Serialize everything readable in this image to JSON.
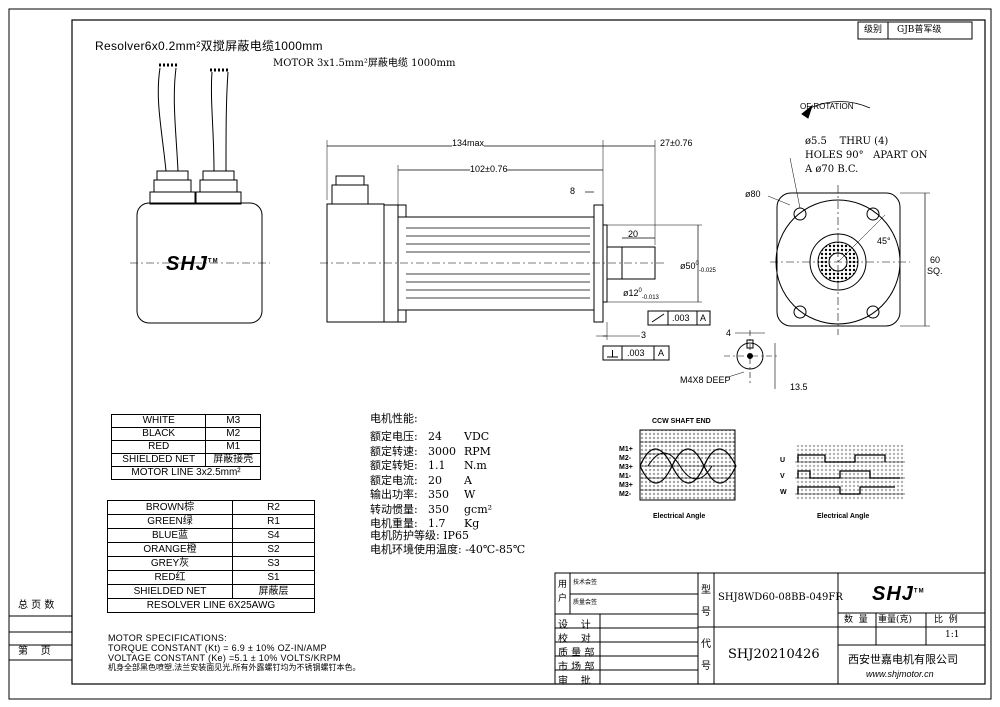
{
  "cables": {
    "resolver": "Resolver6x0.2mm²双搅屏蔽电缆1000mm",
    "motor": "MOTOR 3x1.5mm²屏蔽电缆 1000mm"
  },
  "logo": {
    "text": "SHJ",
    "tm": "TM"
  },
  "dims": {
    "total_len": "134max",
    "shaft_len": "27±0.76",
    "body_len": "102±0.76",
    "flange_thk": "8",
    "key_len": "20",
    "pilot_dia": "ø50",
    "pilot_tol_upper": "0",
    "pilot_tol_lower": "-0.025",
    "shaft_dia": "ø12",
    "shaft_tol_upper": "0",
    "shaft_tol_lower": "-0.013",
    "shaft_step": "3",
    "runout_value": ".003",
    "runout_datum": "A",
    "perp_value": ".003",
    "perp_datum": "A",
    "rotation": "OF ROTATION",
    "holes_line1": "ø5.5    THRU (4)",
    "holes_line2": "HOLES 90°   APART ON",
    "holes_line3": "A ø70 B.C.",
    "circle_dia": "ø80",
    "angle": "45°",
    "square_val": "60",
    "square_unit": "SQ.",
    "tap_width": "4",
    "tap_label": "M4X8 DEEP",
    "tap_offset": "13.5"
  },
  "wire_table_1": {
    "rows": [
      {
        "name": "WHITE",
        "pin": "M3"
      },
      {
        "name": "BLACK",
        "pin": "M2"
      },
      {
        "name": "RED",
        "pin": "M1"
      },
      {
        "name": "SHIELDED NET",
        "pin": "屏蔽接壳"
      }
    ],
    "footer": "MOTOR LINE 3x2.5mm²"
  },
  "wire_table_2": {
    "rows": [
      {
        "name": "BROWN棕",
        "pin": "R2"
      },
      {
        "name": "GREEN绿",
        "pin": "R1"
      },
      {
        "name": "BLUE蓝",
        "pin": "S4"
      },
      {
        "name": "ORANGE橙",
        "pin": "S2"
      },
      {
        "name": "GREY灰",
        "pin": "S3"
      },
      {
        "name": "RED红",
        "pin": "S1"
      },
      {
        "name": "SHIELDED NET",
        "pin": "屏蔽层"
      }
    ],
    "footer": "RESOLVER LINE 6X25AWG"
  },
  "performance": {
    "heading": "电机性能:",
    "items": [
      {
        "label": "额定电压:",
        "value": "24",
        "unit": "VDC"
      },
      {
        "label": "额定转速:",
        "value": "3000",
        "unit": "RPM"
      },
      {
        "label": "额定转矩:",
        "value": "1.1",
        "unit": "N.m"
      },
      {
        "label": "额定电流:",
        "value": "20",
        "unit": "A"
      },
      {
        "label": "输出功率:",
        "value": "350",
        "unit": "W"
      },
      {
        "label": "转动惯量:",
        "value": "350",
        "unit": "gcm²"
      },
      {
        "label": "电机重量:",
        "value": "1.7",
        "unit": "Kg"
      }
    ],
    "protection": "电机防护等级: IP65",
    "temperature": "电机环境使用温度: -40℃-85℃"
  },
  "waveforms": {
    "left_title": "CCW SHAFT END",
    "left_labels": [
      "M1+",
      "M2-",
      "M3+",
      "M1-",
      "M3+",
      "M2-"
    ],
    "left_caption": "Electrical Angle",
    "right_labels": [
      "U",
      "V",
      "W"
    ],
    "right_caption": "Electrical Angle"
  },
  "specs": {
    "heading": "MOTOR SPECIFICATIONS:",
    "line1": "TORQUE CONSTANT (Kt) = 6.9 ± 10% OZ-IN/AMP",
    "line2": "VOLTAGE CONSTANT (Ke) =5.1 ± 10% VOLTS/KRPM",
    "line3": "机身全部黑色喷塑,法兰安装面见光,所有外露螺钉均为不锈钢螺钉本色。"
  },
  "grade": {
    "label": "级别",
    "value": "GJB普军级"
  },
  "side": {
    "total_pages": "总 页 数",
    "page": "第    页"
  },
  "title_block": {
    "user_col": "用户",
    "tech_sign": "技术会签",
    "quality_sign": "质量会签",
    "roles": [
      "设    计",
      "校    对",
      "质 量 部",
      "市 场 部",
      "审    批"
    ],
    "model_label": "型号",
    "model_value": "SHJ8WD60-08BB-049FR",
    "code_label": "代号",
    "code_value": "SHJ20210426",
    "qty": "数  量",
    "weight": "重量(克)",
    "scale": "比  例",
    "scale_value": "1:1",
    "company": "西安世嘉电机有限公司",
    "website": "www.shjmotor.cn"
  }
}
